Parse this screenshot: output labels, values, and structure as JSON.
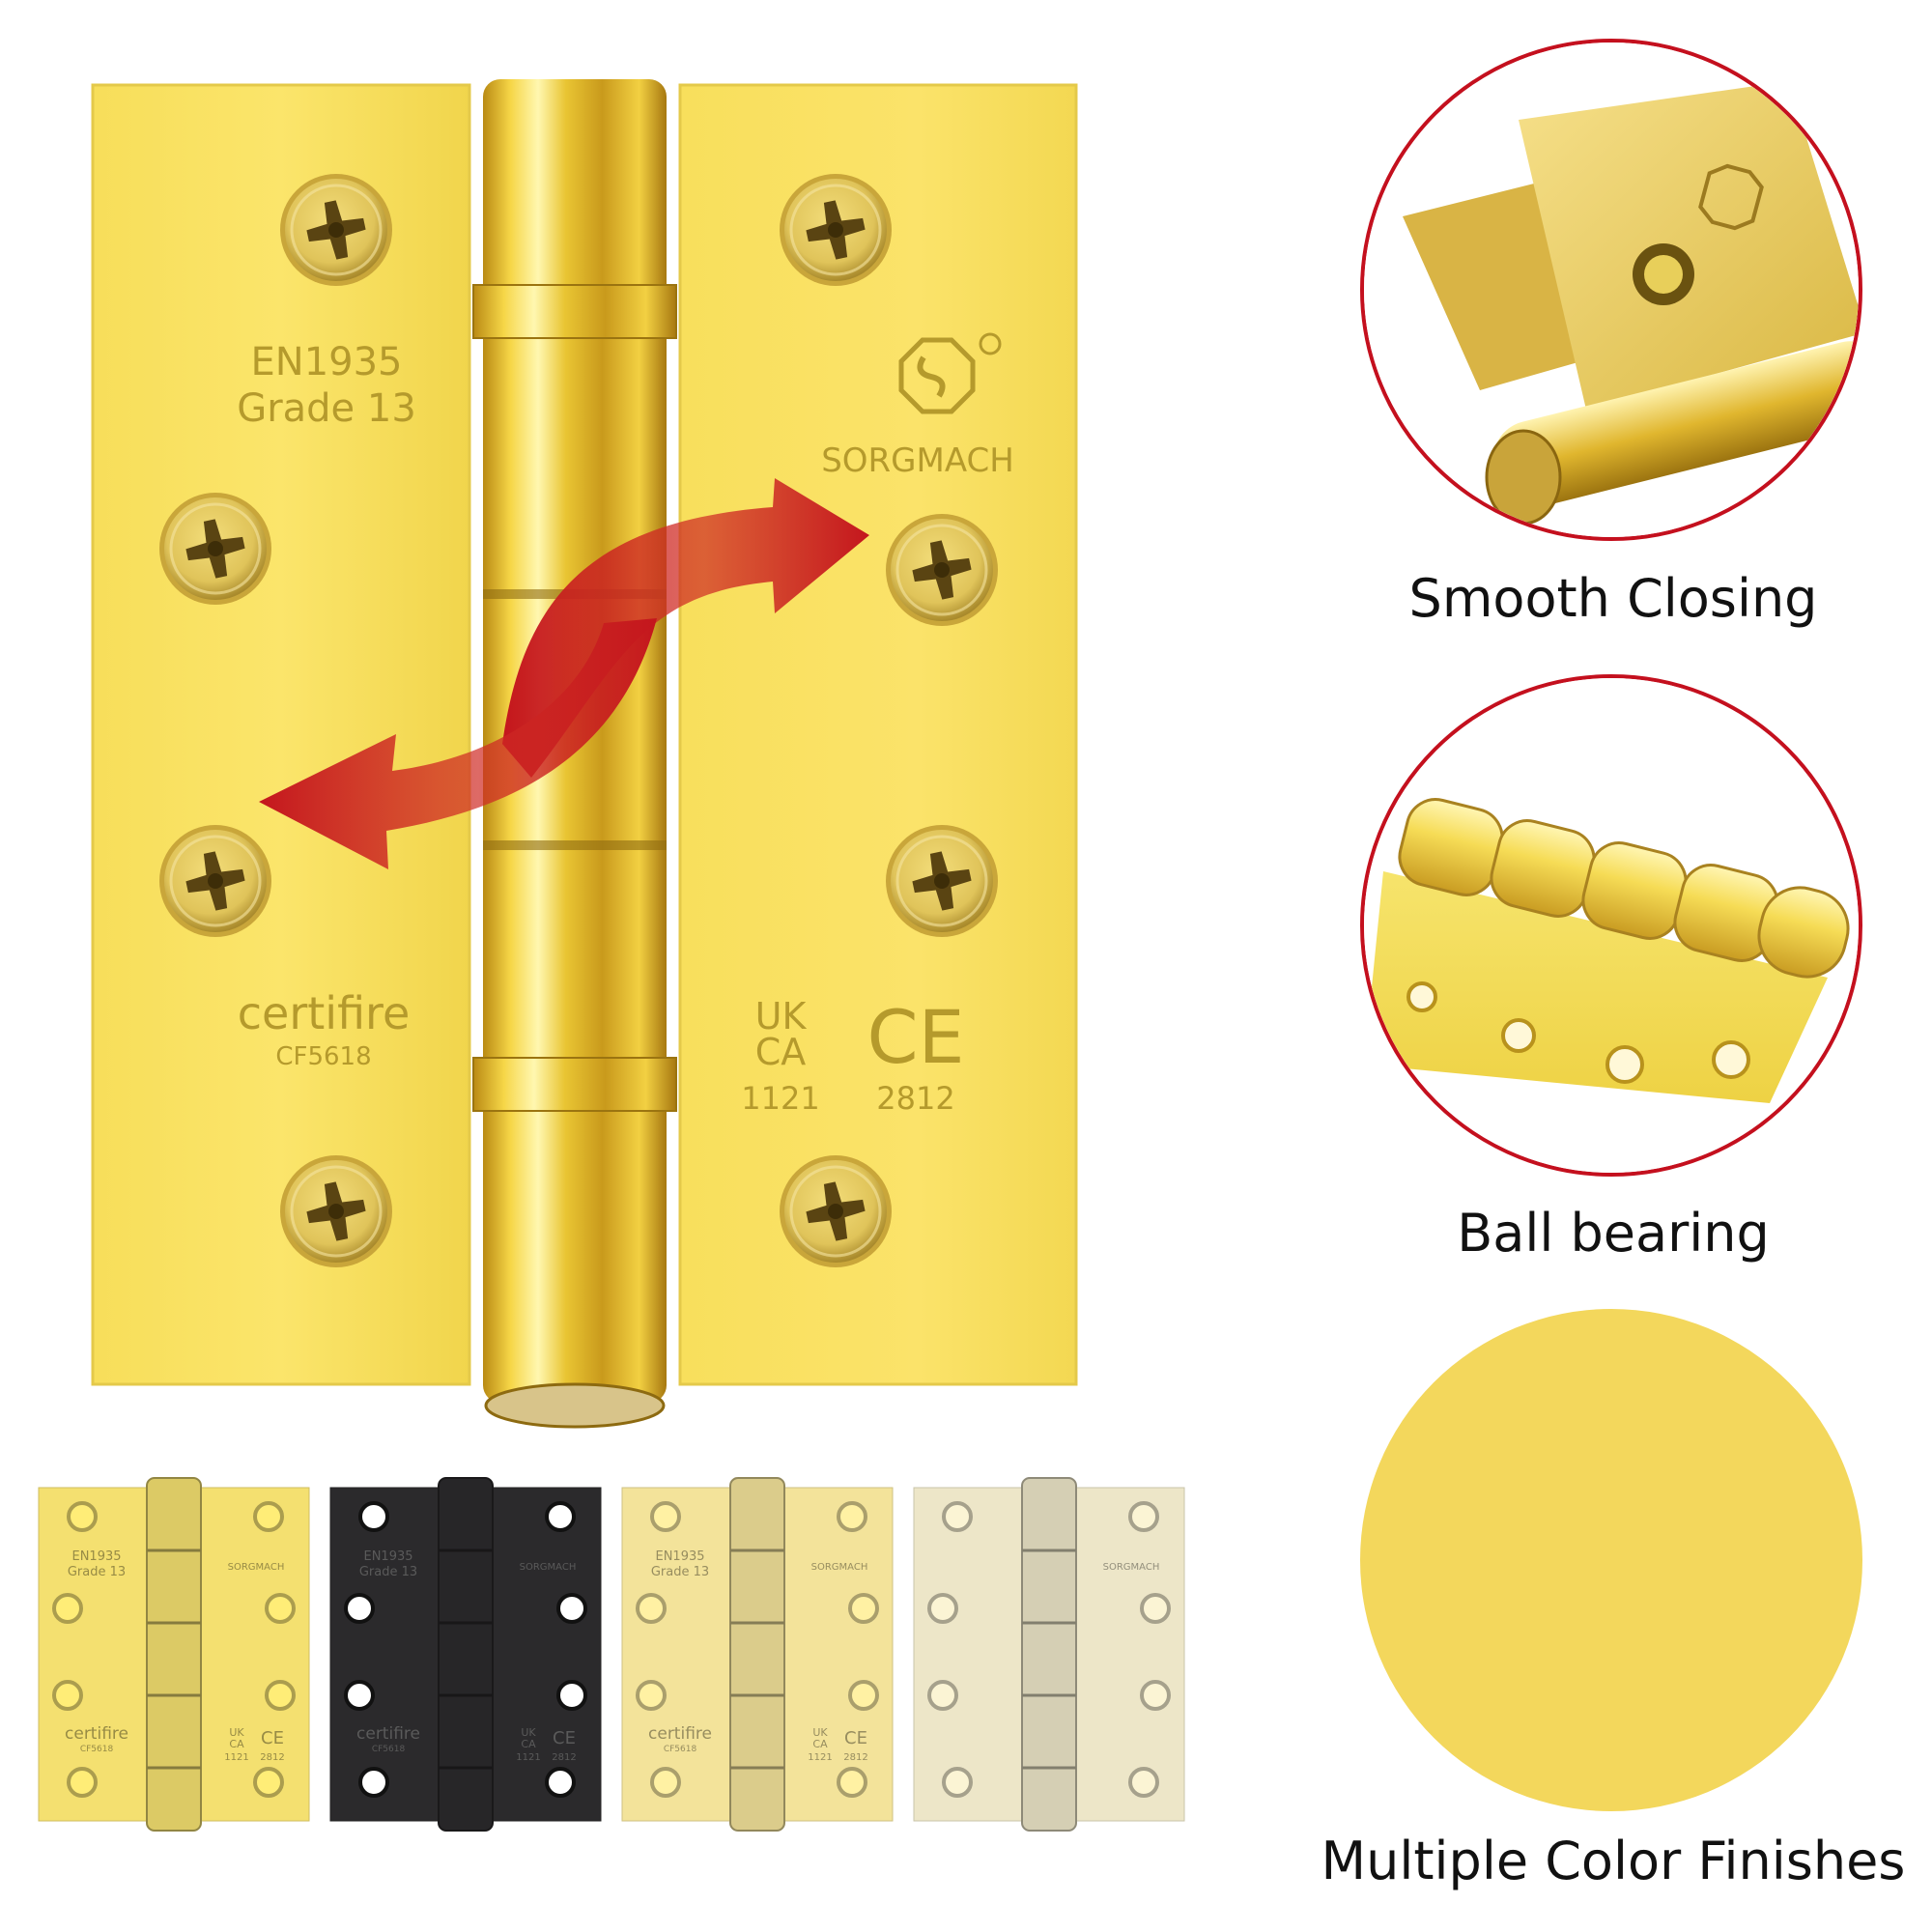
{
  "main_hinge": {
    "left_leaf_marking": [
      "EN1935",
      "Grade 13"
    ],
    "certifire": [
      "certifire",
      "CF5618"
    ],
    "brand": "SORGMACH",
    "ukca": [
      "UK",
      "CA",
      "1121"
    ],
    "ce": [
      "CE",
      "2812"
    ]
  },
  "features": [
    {
      "caption": "Smooth Closing"
    },
    {
      "caption": "Ball bearing"
    },
    {
      "caption": "Multiple Color Finishes"
    }
  ],
  "swatches": [
    {
      "finish_color": "#f4e070",
      "text": [
        "EN1935",
        "Grade 13",
        "SORGMACH",
        "certifire",
        "CF5618",
        "UK",
        "CA",
        "1121",
        "CE",
        "2812"
      ]
    },
    {
      "finish_color": "#2b2a2c",
      "text": [
        "EN1935",
        "Grade 13",
        "SORGMACH",
        "certifire",
        "CF5618",
        "UK",
        "CA",
        "1121",
        "CE",
        "2812"
      ]
    },
    {
      "finish_color": "#f3e39a",
      "text": [
        "EN1935",
        "Grade 13",
        "SORGMACH",
        "certifire",
        "CF5618",
        "UK",
        "CA",
        "1121",
        "CE",
        "2812"
      ]
    },
    {
      "finish_color": "#ede6c8",
      "text": [
        "SORGMACH"
      ]
    }
  ],
  "colors": {
    "brass": "#f5dd55",
    "arrow": "#c41a1e",
    "circle_border": "#c4101e"
  }
}
